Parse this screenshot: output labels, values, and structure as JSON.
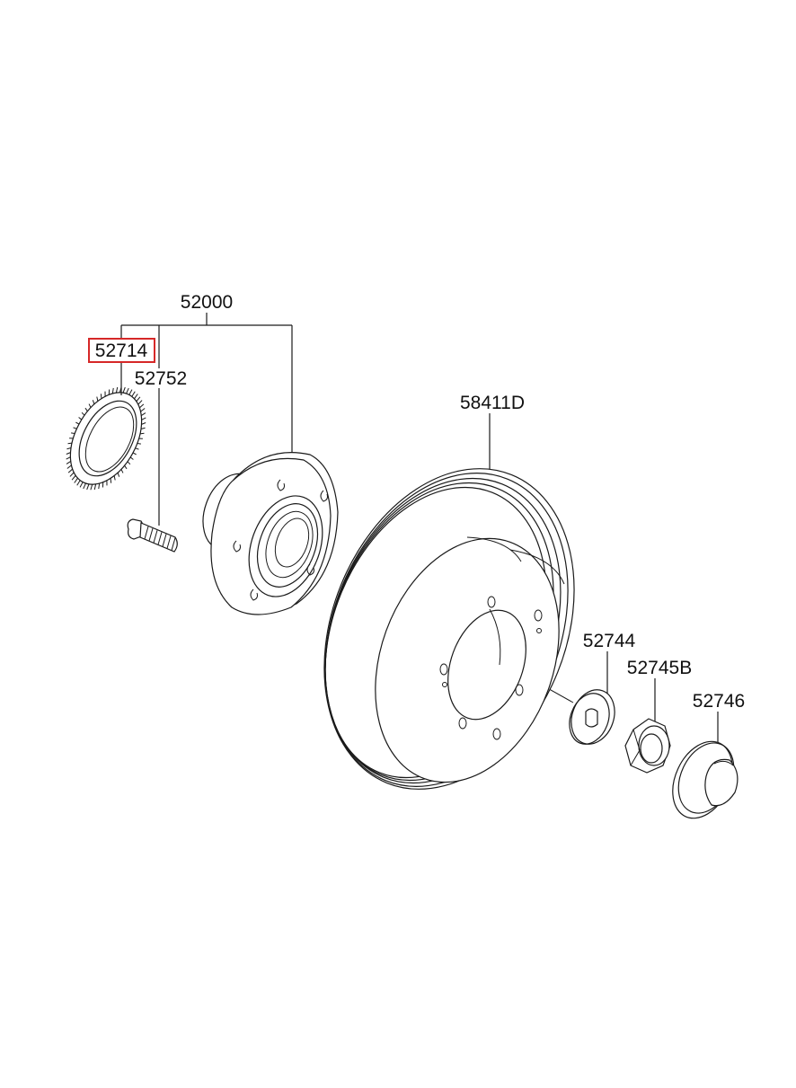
{
  "diagram": {
    "parts": [
      {
        "id": "52000",
        "label": "52000"
      },
      {
        "id": "52714",
        "label": "52714",
        "highlighted": true
      },
      {
        "id": "52752",
        "label": "52752"
      },
      {
        "id": "58411D",
        "label": "58411D"
      },
      {
        "id": "52744",
        "label": "52744"
      },
      {
        "id": "52745B",
        "label": "52745B"
      },
      {
        "id": "52746",
        "label": "52746"
      }
    ],
    "highlight_color": "#d62828"
  }
}
